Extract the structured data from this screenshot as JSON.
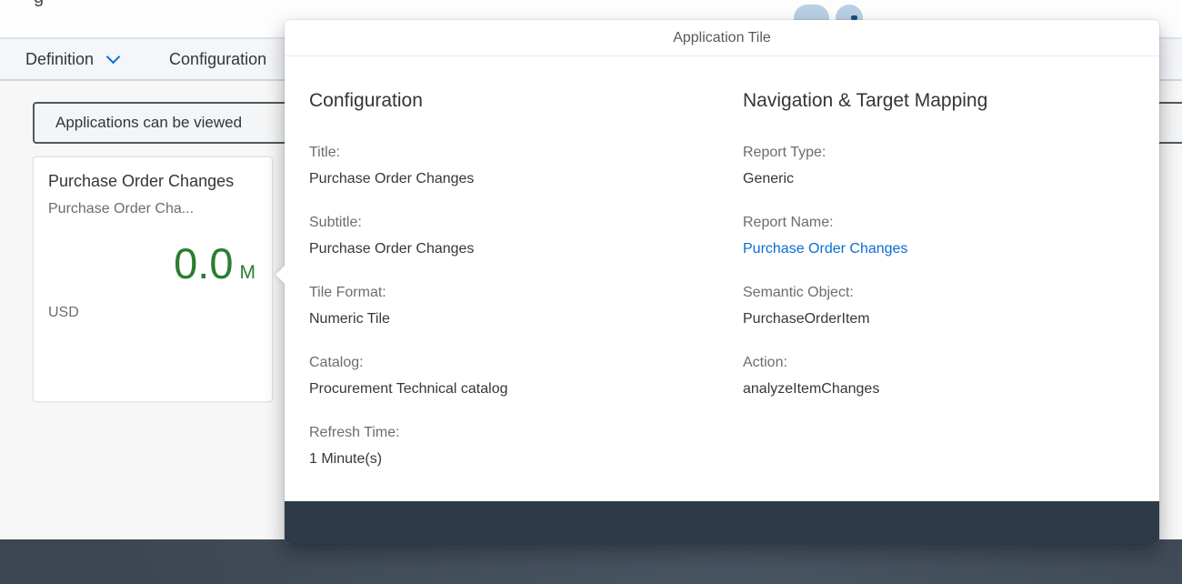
{
  "page": {
    "title_fragment": "g",
    "tabs": [
      {
        "label": "Definition"
      },
      {
        "label": "Configuration"
      }
    ],
    "message_strip": {
      "text": "Applications can be viewed"
    },
    "tile": {
      "title": "Purchase Order Changes",
      "subtitle": "Purchase Order Cha...",
      "value": "0.0",
      "scale": "M",
      "unit": "USD",
      "value_color": "#2b7d2d"
    }
  },
  "popover": {
    "title": "Application Tile",
    "sections": [
      {
        "heading": "Configuration",
        "fields": [
          {
            "label": "Title:",
            "value": "Purchase Order Changes"
          },
          {
            "label": "Subtitle:",
            "value": "Purchase Order Changes"
          },
          {
            "label": "Tile Format:",
            "value": "Numeric Tile"
          },
          {
            "label": "Catalog:",
            "value": "Procurement Technical catalog"
          },
          {
            "label": "Refresh Time:",
            "value": "1 Minute(s)"
          }
        ]
      },
      {
        "heading": "Navigation & Target Mapping",
        "fields": [
          {
            "label": "Report Type:",
            "value": "Generic"
          },
          {
            "label": "Report Name:",
            "value": "Purchase Order Changes",
            "is_link": true
          },
          {
            "label": "Semantic Object:",
            "value": "PurchaseOrderItem"
          },
          {
            "label": "Action:",
            "value": "analyzeItemChanges"
          }
        ]
      }
    ]
  },
  "colors": {
    "accent_blue": "#0a6ed1",
    "kpi_green": "#2b7d2d",
    "popover_footer": "#2e3a47",
    "page_footer": "#424d5a",
    "message_strip_border": "#51585f"
  }
}
